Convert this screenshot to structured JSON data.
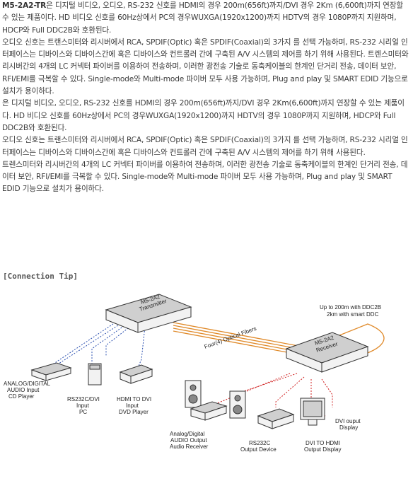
{
  "header": {
    "model": "M5-2A2-TR",
    "intro_rest": "은 디지털 비디오, 오디오, RS-232 신호를 HDMI의 경우 200m(656ft)까지/DVI 경우 2Km (6,600ft)까지 연장할 수 있는 제품이다. HD 비디오 신호를 60Hz상에서 PC의 경우WUXGA(1920x1200)까지 HDTV의 경우 1080P까지 지원하며, HDCP와 Full DDC2B와 호환된다."
  },
  "paragraphs": [
    "오디오 신호는 트랜스미터와 리시버에서 RCA, SPDIF(Optic) 혹은 SPDIF(Coaxial)의 3가지 를 선택 가능하며, RS-232 시리얼 인터페이스는 디바이스와 디바이스간에 혹은 디바이스와 컨트롤러 간에 구축된 A/V 시스템의 제어를 하기 위해 사용된다. 트렌스미터와 리시버간의 4개의 LC 커넥터 파이버를 이용하여 전송하며, 이러한 광전송 기술로 동축케이블의 한계인 단거리 전송, 데이터 보안, RFI/EMI를 극복할 수 있다. Single-mode와 Multi-mode 파이버 모두 사용 가능하며, Plug and play 및 SMART EDID 기능으로 설치가 용이하다.",
    "은 디지털 비디오, 오디오, RS-232 신호를 HDMI의 경우 200m(656ft)까지/DVI 경우 2Km(6,600ft)까지 연장할 수 있는 제품이다. HD 비디오 신호를 60Hz상에서 PC의 경우WUXGA(1920x1200)까지 HDTV의 경우 1080P까지 지원하며, HDCP와 Full DDC2B와 호환된다.",
    "오디오 신호는 트랜스미터와 리시버에서 RCA, SPDIF(Optic) 혹은 SPDIF(Coaxial)의 3가지 를 선택 가능하며, RS-232 시리얼 인터페이스는 디바이스와 디바이스간에 혹은 디바이스와 컨트롤러 간에 구축된 A/V 시스템의 제어를 하기 위해 사용된다.",
    "트렌스미터와 리시버간의 4개의 LC 커넥터 파이버를 이용하여 전송하며, 이러한 광전송 기술로 동축케이블의 한계인 단거리 전송, 데이터 보안, RFI/EMI를 극복할 수 있다. Single-mode와 Multi-mode 파이버 모두 사용 가능하며, Plug and play 및 SMART EDID 기능으로 설치가 용이하다."
  ],
  "connection_tip": {
    "title": "[Connection Tip]",
    "transmitter": [
      "M5-2A2",
      "Transmitter"
    ],
    "receiver": [
      "M5-2A2",
      "Receiver"
    ],
    "fibers": "Four(4) Optical Fibers",
    "distance": [
      "Up to 200m with DDC2B",
      "2km with smart DDC"
    ],
    "sources": {
      "audio": [
        "ANALOG/DIGITAL",
        "AUDIO Input",
        "CD Player"
      ],
      "pc": [
        "RS232C/DVI",
        "Input",
        "PC"
      ],
      "dvd": [
        "HDMI TO DVI",
        "Input",
        "DVD Player"
      ]
    },
    "sinks": {
      "audio": [
        "Analog/Digital",
        "AUDIO Output",
        "Audio Receiver"
      ],
      "rs232": [
        "RS232C",
        "Output Device"
      ],
      "hdmi": [
        "DVI TO HDMI",
        "Output Display"
      ],
      "dvi": [
        "DVI ouput",
        "Display"
      ]
    }
  }
}
